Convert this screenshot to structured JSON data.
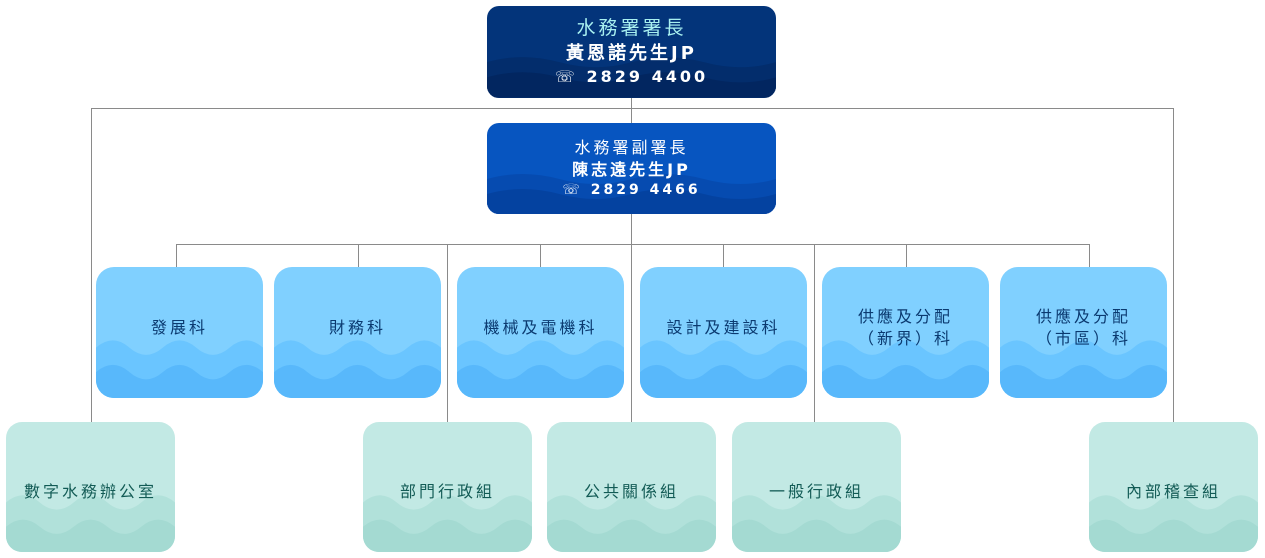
{
  "director": {
    "title": "水務署署長",
    "name": "黃恩諾先生JP",
    "phone": "2829 4400",
    "phone_icon": "phone-icon"
  },
  "deputy": {
    "title": "水務署副署長",
    "name": "陳志遠先生JP",
    "phone": "2829 4466",
    "phone_icon": "phone-icon"
  },
  "sections": [
    {
      "line1": "發展科",
      "line2": ""
    },
    {
      "line1": "財務科",
      "line2": ""
    },
    {
      "line1": "機械及電機科",
      "line2": ""
    },
    {
      "line1": "設計及建設科",
      "line2": ""
    },
    {
      "line1": "供應及分配",
      "line2": "（新界）科"
    },
    {
      "line1": "供應及分配",
      "line2": "（市區）科"
    }
  ],
  "units": [
    "數字水務辦公室",
    "部門行政組",
    "公共關係組",
    "一般行政組",
    "內部稽查組"
  ],
  "colors": {
    "director": "#03347a",
    "deputy": "#0755c0",
    "section": "#80d0ff",
    "unit": "#c2e9e4",
    "line": "#8a8a8a"
  }
}
